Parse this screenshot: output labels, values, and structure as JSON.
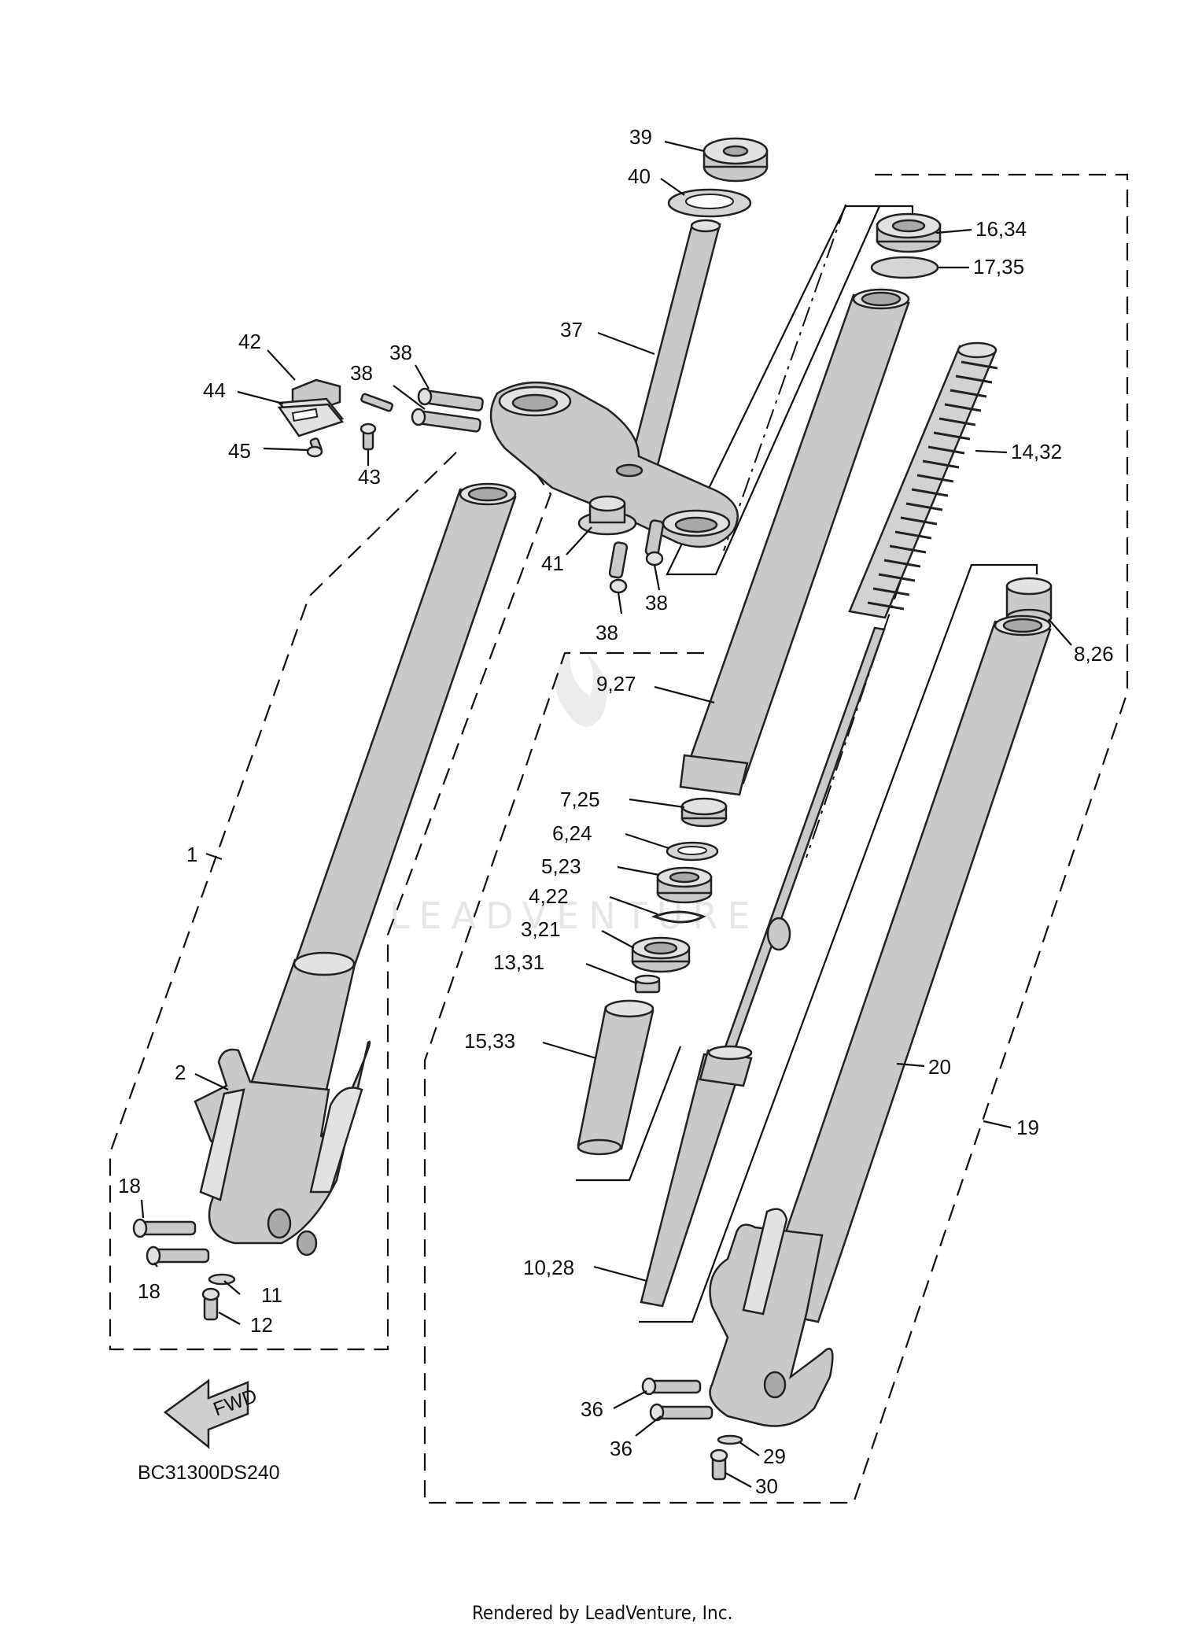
{
  "diagram": {
    "code": "BC31300DS240",
    "footer": "Rendered by LeadVenture, Inc.",
    "watermark": "LEADVENTURE",
    "fwd_label": "FWD",
    "callouts": [
      "1",
      "2",
      "11",
      "12",
      "18",
      "18",
      "42",
      "44",
      "45",
      "43",
      "38",
      "38",
      "38",
      "38",
      "41",
      "37",
      "39",
      "40",
      "16,34",
      "17,35",
      "14,32",
      "9,27",
      "8,26",
      "7,25",
      "6,24",
      "5,23",
      "4,22",
      "3,21",
      "13,31",
      "15,33",
      "10,28",
      "20",
      "19",
      "36",
      "36",
      "29",
      "30"
    ]
  }
}
